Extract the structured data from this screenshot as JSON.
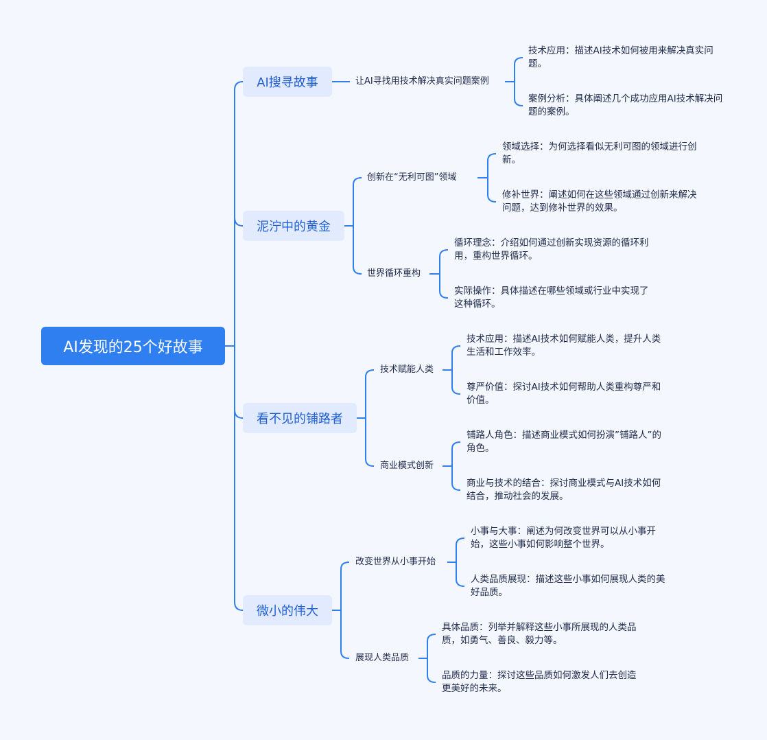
{
  "root": "AI发现的25个好故事",
  "colors": {
    "accent": "#2f7ff0",
    "topic_bg": "#e2eafd",
    "topic_text": "#1f5fd6",
    "background": "#f5f7fe"
  },
  "branches": [
    {
      "label": "AI搜寻故事",
      "children": [
        {
          "label": "让AI寻找用技术解决真实问题案例",
          "leaves": [
            "技术应用：描述AI技术如何被用来解决真实问题。",
            "案例分析：具体阐述几个成功应用AI技术解决问题的案例。"
          ]
        }
      ]
    },
    {
      "label": "泥泞中的黄金",
      "children": [
        {
          "label": "创新在“无利可图”领域",
          "leaves": [
            "领域选择：为何选择看似无利可图的领域进行创新。",
            "修补世界：阐述如何在这些领域通过创新来解决问题，达到修补世界的效果。"
          ]
        },
        {
          "label": "世界循环重构",
          "leaves": [
            "循环理念：介绍如何通过创新实现资源的循环利用，重构世界循环。",
            "实际操作：具体描述在哪些领域或行业中实现了这种循环。"
          ]
        }
      ]
    },
    {
      "label": "看不见的铺路者",
      "children": [
        {
          "label": "技术赋能人类",
          "leaves": [
            "技术应用：描述AI技术如何赋能人类，提升人类生活和工作效率。",
            "尊严价值：探讨AI技术如何帮助人类重构尊严和价值。"
          ]
        },
        {
          "label": "商业模式创新",
          "leaves": [
            "铺路人角色：描述商业模式如何扮演”铺路人”的角色。",
            "商业与技术的结合：探讨商业模式与AI技术如何结合，推动社会的发展。"
          ]
        }
      ]
    },
    {
      "label": "微小的伟大",
      "children": [
        {
          "label": "改变世界从小事开始",
          "leaves": [
            "小事与大事：阐述为何改变世界可以从小事开始，这些小事如何影响整个世界。",
            "人类品质展现：描述这些小事如何展现人类的美好品质。"
          ]
        },
        {
          "label": "展现人类品质",
          "leaves": [
            "具体品质：列举并解释这些小事所展现的人类品质，如勇气、善良、毅力等。",
            "品质的力量：探讨这些品质如何激发人们去创造更美好的未来。"
          ]
        }
      ]
    }
  ]
}
